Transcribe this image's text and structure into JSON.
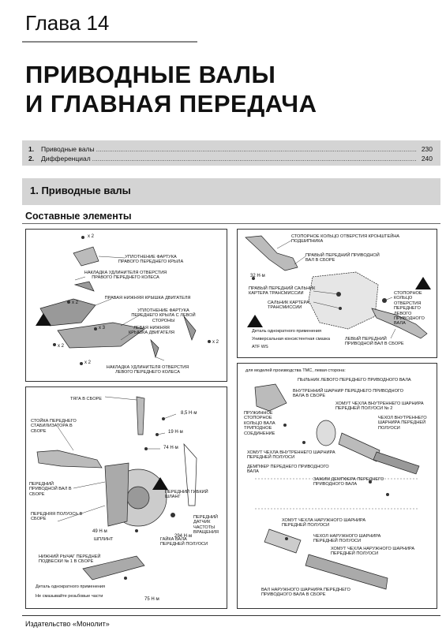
{
  "chapter": "Глава 14",
  "title_line1": "ПРИВОДНЫЕ ВАЛЫ",
  "title_line2": "И ГЛАВНАЯ ПЕРЕДАЧА",
  "toc": [
    {
      "num": "1.",
      "title": "Приводные валы",
      "page": "230"
    },
    {
      "num": "2.",
      "title": "Дифференциал",
      "page": "240"
    }
  ],
  "section_title": "1. Приводные валы",
  "subheading": "Составные элементы",
  "panel_tl": {
    "labels": {
      "a": "УПЛОТНЕНИЕ ФАРТУКА ПРАВОГО ПЕРЕДНЕГО КРЫЛА",
      "b": "НАКЛАДКА УДЛИНИТЕЛЯ ОТВЕРСТИЯ ПРАВОГО ПЕРЕДНЕГО КОЛЕСА",
      "c": "ПРАВАЯ НИЖНЯЯ КРЫШКА ДВИГАТЕЛЯ",
      "d": "УПЛОТНЕНИЕ ФАРТУКА ПЕРЕДНЕГО КРЫЛА С ЛЕВОЙ СТОРОНЫ",
      "e": "ЛЕВАЯ НИЖНЯЯ КРЫШКА ДВИГАТЕЛЯ",
      "f": "НАКЛАДКА УДЛИНИТЕЛЯ ОТВЕРСТИЯ ЛЕВОГО ПЕРЕДНЕГО КОЛЕСА"
    },
    "qty": [
      "x 2",
      "x 2",
      "x 3",
      "x 2",
      "x 2",
      "x 2"
    ]
  },
  "panel_tr": {
    "labels": {
      "a": "СТОПОРНОЕ КОЛЬЦО ОТВЕРСТИЯ КРОНШТЕЙНА ПОДШИПНИКА",
      "b": "ПРАВЫЙ ПЕРЕДНИЙ ПРИВОДНОЙ ВАЛ В СБОРЕ",
      "c": "ПРАВЫЙ ПЕРЕДНИЙ САЛЬНИК КАРТЕРА ТРАНСМИССИИ",
      "d": "САЛЬНИК КАРТЕРА ТРАНСМИССИИ",
      "e": "СТОПОРНОЕ КОЛЬЦО ОТВЕРСТИЯ ПЕРЕДНЕГО ЛЕВОГО ПРИВОДНОГО ВАЛА",
      "f": "ЛЕВЫЙ ПЕРЕДНИЙ ПРИВОДНОЙ ВАЛ В СБОРЕ",
      "torque": "32 Н·м",
      "leg1": "Деталь однократного применения",
      "leg2": "Универсальная консистентная смазка",
      "leg3": "ATF WS"
    }
  },
  "panel_bl": {
    "labels": {
      "a": "ТЯГА В СБОРЕ",
      "b": "СТОЙКА ПЕРЕДНЕГО СТАБИЛИЗАТОРА В СБОРЕ",
      "c": "ПЕРЕДНИЙ ПРИВОДНОЙ ВАЛ В СБОРЕ",
      "d": "ПЕРЕДНЯЯ ПОЛУОСЬ В СБОРЕ",
      "e": "ШПЛИНТ",
      "f": "НИЖНИЙ РЫЧАГ ПЕРЕДНЕЙ ПОДВЕСКИ № 1 В СБОРЕ",
      "g": "ПЕРЕДНИЙ ГИБКИЙ ШЛАНГ",
      "h": "ПЕРЕДНИЙ ДАТЧИК ЧАСТОТЫ ВРАЩЕНИЯ",
      "i": "ГАЙКА ВАЛА ПЕРЕДНЕЙ ПОЛУОСИ",
      "t1": "8,5 Н·м",
      "t2": "19 Н·м",
      "t3": "74 Н·м",
      "t4": "49 Н·м",
      "t5": "294 Н·м",
      "t6": "75 Н·м",
      "leg1": "Деталь однократного применения",
      "leg2": "Не смазывайте резьбовые части"
    }
  },
  "panel_br": {
    "labels": {
      "head": "для моделей производства ТМС, левая сторона:",
      "a": "ПЫЛЬНИК ЛЕВОГО ПЕРЕДНЕГО ПРИВОДНОГО ВАЛА",
      "b": "ВНУТРЕННИЙ ШАРНИР ПЕРЕДНЕГО ПРИВОДНОГО ВАЛА В СБОРЕ",
      "c": "ХОМУТ ЧЕХЛА ВНУТРЕННЕГО ШАРНИРА ПЕРЕДНЕЙ ПОЛУОСИ № 2",
      "d": "ПРУЖИННОЕ СТОПОРНОЕ КОЛЬЦО ВАЛА ТРИПОДНОЕ СОЕДИНЕНИЕ",
      "e": "ЧЕХОЛ ВНУТРЕННЕГО ШАРНИРА ПЕРЕДНЕЙ ПОЛУОСИ",
      "f": "ХОМУТ ЧЕХЛА ВНУТРЕННЕГО ШАРНИРА ПЕРЕДНЕЙ ПОЛУОСИ",
      "g": "ДЕМПФЕР ПЕРЕДНЕГО ПРИВОДНОГО ВАЛА",
      "h": "ЗАЖИМ ДЕМПФЕРА ПЕРЕДНЕГО ПРИВОДНОГО ВАЛА",
      "i": "ХОМУТ ЧЕХЛА НАРУЖНОГО ШАРНИРА ПЕРЕДНЕЙ ПОЛУОСИ",
      "j": "ЧЕХОЛ НАРУЖНОГО ШАРНИРА ПЕРЕДНЕЙ ПОЛУОСИ",
      "k": "ХОМУТ ЧЕХЛА НАРУЖНОГО ШАРНИРА ПЕРЕДНЕЙ ПОЛУОСИ",
      "l": "ВАЛ НАРУЖНОГО ШАРНИРА ПЕРЕДНЕГО ПРИВОДНОГО ВАЛА В СБОРЕ"
    }
  },
  "footer": "Издательство «Монолит»"
}
